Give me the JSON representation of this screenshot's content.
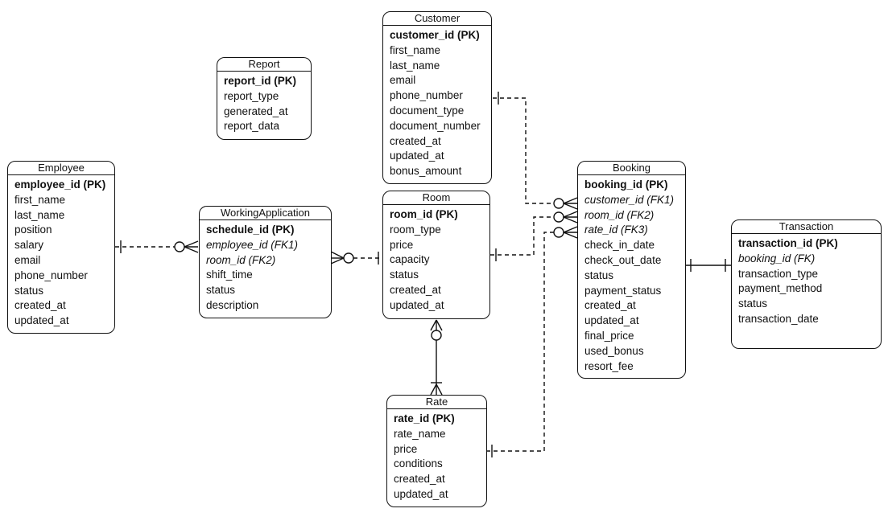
{
  "entities": {
    "customer": {
      "title": "Customer",
      "fields": [
        {
          "name": "customer_id (PK)",
          "kind": "pk"
        },
        {
          "name": "first_name",
          "kind": ""
        },
        {
          "name": "last_name",
          "kind": ""
        },
        {
          "name": "email",
          "kind": ""
        },
        {
          "name": "phone_number",
          "kind": ""
        },
        {
          "name": "document_type",
          "kind": ""
        },
        {
          "name": "document_number",
          "kind": ""
        },
        {
          "name": "created_at",
          "kind": ""
        },
        {
          "name": "updated_at",
          "kind": ""
        },
        {
          "name": "bonus_amount",
          "kind": ""
        }
      ]
    },
    "report": {
      "title": "Report",
      "fields": [
        {
          "name": "report_id (PK)",
          "kind": "pk"
        },
        {
          "name": "report_type",
          "kind": ""
        },
        {
          "name": "generated_at",
          "kind": ""
        },
        {
          "name": "report_data",
          "kind": ""
        }
      ]
    },
    "employee": {
      "title": "Employee",
      "fields": [
        {
          "name": "employee_id (PK)",
          "kind": "pk"
        },
        {
          "name": "first_name",
          "kind": ""
        },
        {
          "name": "last_name",
          "kind": ""
        },
        {
          "name": "position",
          "kind": ""
        },
        {
          "name": "salary",
          "kind": ""
        },
        {
          "name": "email",
          "kind": ""
        },
        {
          "name": "phone_number",
          "kind": ""
        },
        {
          "name": "status",
          "kind": ""
        },
        {
          "name": "created_at",
          "kind": ""
        },
        {
          "name": "updated_at",
          "kind": ""
        }
      ]
    },
    "working": {
      "title": "WorkingApplication",
      "fields": [
        {
          "name": "schedule_id (PK)",
          "kind": "pk"
        },
        {
          "name": "employee_id (FK1)",
          "kind": "fk"
        },
        {
          "name": "room_id (FK2)",
          "kind": "fk"
        },
        {
          "name": "shift_time",
          "kind": ""
        },
        {
          "name": "status",
          "kind": ""
        },
        {
          "name": "description",
          "kind": ""
        }
      ]
    },
    "room": {
      "title": "Room",
      "fields": [
        {
          "name": "room_id (PK)",
          "kind": "pk"
        },
        {
          "name": "room_type",
          "kind": ""
        },
        {
          "name": "price",
          "kind": ""
        },
        {
          "name": "capacity",
          "kind": ""
        },
        {
          "name": "status",
          "kind": ""
        },
        {
          "name": "created_at",
          "kind": ""
        },
        {
          "name": "updated_at",
          "kind": ""
        }
      ]
    },
    "booking": {
      "title": "Booking",
      "fields": [
        {
          "name": "booking_id (PK)",
          "kind": "pk"
        },
        {
          "name": "customer_id (FK1)",
          "kind": "fk"
        },
        {
          "name": "room_id (FK2)",
          "kind": "fk"
        },
        {
          "name": "rate_id (FK3)",
          "kind": "fk"
        },
        {
          "name": "check_in_date",
          "kind": ""
        },
        {
          "name": "check_out_date",
          "kind": ""
        },
        {
          "name": "status",
          "kind": ""
        },
        {
          "name": "payment_status",
          "kind": ""
        },
        {
          "name": "created_at",
          "kind": ""
        },
        {
          "name": "updated_at",
          "kind": ""
        },
        {
          "name": "final_price",
          "kind": ""
        },
        {
          "name": "used_bonus",
          "kind": ""
        },
        {
          "name": "resort_fee",
          "kind": ""
        }
      ]
    },
    "transaction": {
      "title": "Transaction",
      "fields": [
        {
          "name": "transaction_id (PK)",
          "kind": "pk"
        },
        {
          "name": "booking_id (FK)",
          "kind": "fk"
        },
        {
          "name": "transaction_type",
          "kind": ""
        },
        {
          "name": "payment_method",
          "kind": ""
        },
        {
          "name": "status",
          "kind": ""
        },
        {
          "name": "transaction_date",
          "kind": ""
        }
      ]
    },
    "rate": {
      "title": "Rate",
      "fields": [
        {
          "name": "rate_id (PK)",
          "kind": "pk"
        },
        {
          "name": "rate_name",
          "kind": ""
        },
        {
          "name": "price",
          "kind": ""
        },
        {
          "name": "conditions",
          "kind": ""
        },
        {
          "name": "created_at",
          "kind": ""
        },
        {
          "name": "updated_at",
          "kind": ""
        }
      ]
    }
  },
  "relationships": [
    {
      "from": "employee",
      "to": "working",
      "from_end": "one",
      "to_end": "zero-or-many",
      "line": "dashed"
    },
    {
      "from": "working",
      "to": "room",
      "from_end": "zero-or-many",
      "to_end": "one",
      "line": "dashed"
    },
    {
      "from": "room",
      "to": "rate",
      "from_end": "zero-or-many",
      "to_end": "one-or-many",
      "line": "solid"
    },
    {
      "from": "customer",
      "to": "booking",
      "from_end": "one",
      "to_end": "zero-or-many",
      "line": "dashed"
    },
    {
      "from": "room",
      "to": "booking",
      "from_end": "one",
      "to_end": "zero-or-many",
      "line": "dashed"
    },
    {
      "from": "rate",
      "to": "booking",
      "from_end": "one",
      "to_end": "zero-or-many",
      "line": "dashed"
    },
    {
      "from": "booking",
      "to": "transaction",
      "from_end": "one",
      "to_end": "one",
      "line": "solid"
    }
  ],
  "colors": {
    "stroke": "#111111",
    "background": "#ffffff"
  }
}
